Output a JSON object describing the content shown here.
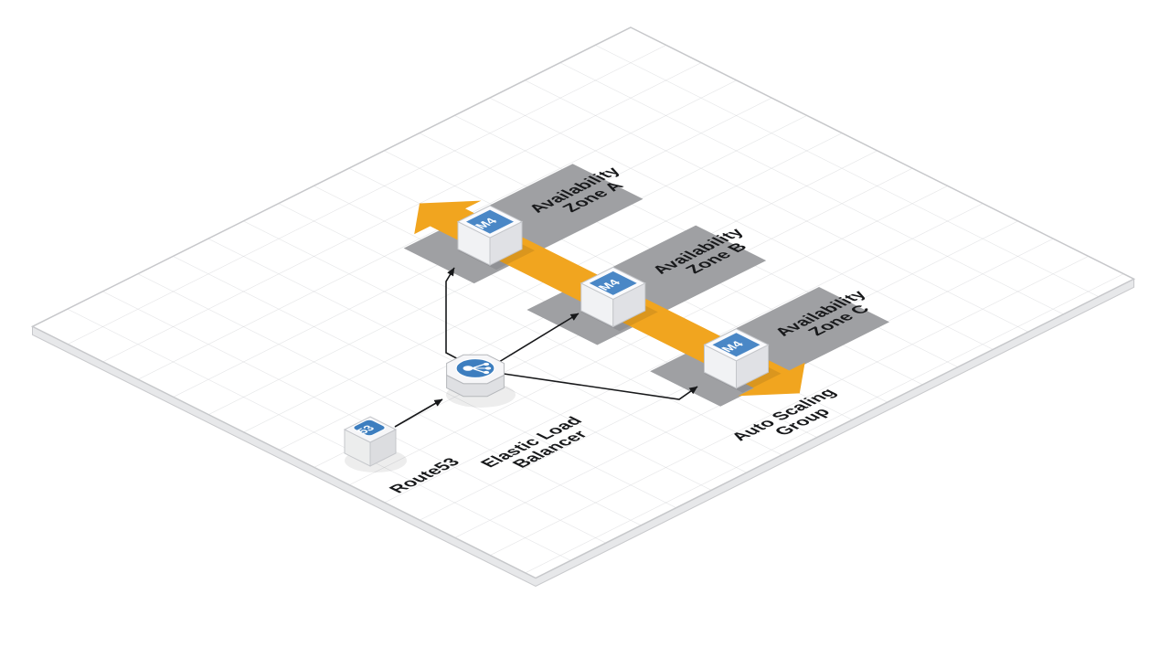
{
  "colors": {
    "arrow_yellow": "#F1A51F",
    "zone_gray": "#9FA0A3",
    "aws_blue": "#3D7EBF",
    "instance_blue": "#4A87C6",
    "label_text": "#17181A"
  },
  "zones": [
    {
      "line1": "Availability",
      "line2": "Zone A"
    },
    {
      "line1": "Availability",
      "line2": "Zone B"
    },
    {
      "line1": "Availability",
      "line2": "Zone C"
    }
  ],
  "auto_scaling_group": {
    "line1": "Auto Scaling",
    "line2": "Group"
  },
  "route53": {
    "label": "Route53",
    "badge": "53"
  },
  "load_balancer": {
    "line1": "Elastic Load",
    "line2": "Balancer"
  },
  "instances": [
    {
      "label": "M4"
    },
    {
      "label": "M4"
    },
    {
      "label": "M4"
    }
  ]
}
